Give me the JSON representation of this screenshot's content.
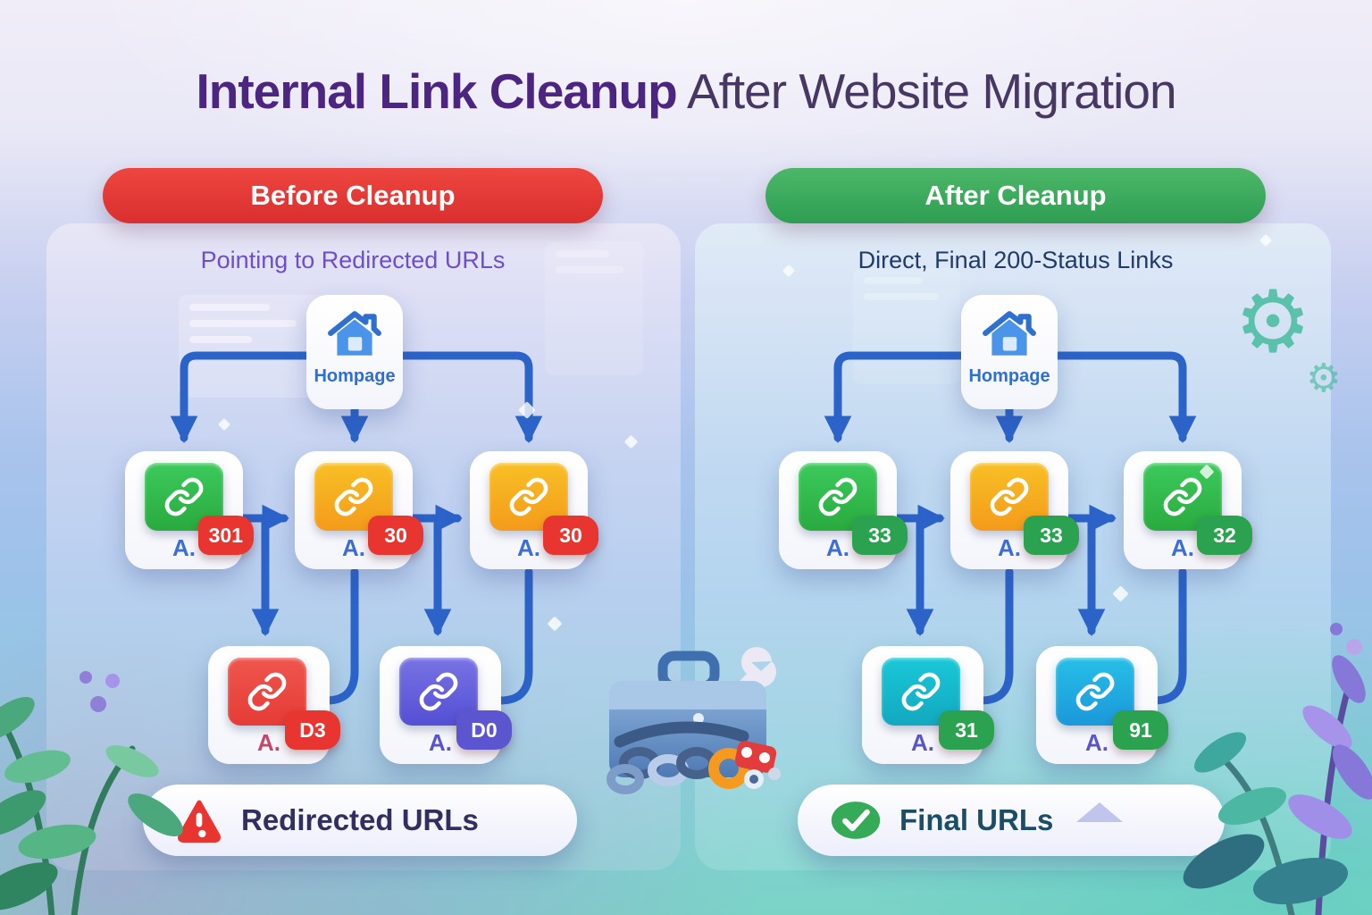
{
  "title": {
    "highlight": "Internal Link Cleanup",
    "rest": "After Website Migration",
    "highlight_color": "#4b2580",
    "rest_color": "#473763"
  },
  "panels": {
    "before": {
      "header_label": "Before Cleanup",
      "header_color": "#e23a36",
      "subtitle": "Pointing to Redirected URLs",
      "subtitle_color": "#6f4ecb",
      "homepage": {
        "label": "Hompage",
        "icon": "house-icon",
        "label_color": "#2e6fd4"
      },
      "nodes": [
        {
          "label": "A.",
          "badge": "301",
          "tile_color": "#2eb246",
          "badge_color": "#e8352f",
          "label_color": "#3b6ed6",
          "icon": "chain-link-icon"
        },
        {
          "label": "A.",
          "badge": "30",
          "tile_color": "#f5a41d",
          "badge_color": "#e8352f",
          "label_color": "#3b6ed6",
          "icon": "chain-link-icon"
        },
        {
          "label": "A.",
          "badge": "30",
          "tile_color": "#f5a41d",
          "badge_color": "#e8352f",
          "label_color": "#3b6ed6",
          "icon": "chain-link-icon"
        },
        {
          "label": "A.",
          "badge": "D3",
          "tile_color": "#e8423c",
          "badge_color": "#e8352f",
          "label_color": "#c4476a",
          "icon": "chain-link-icon"
        },
        {
          "label": "A.",
          "badge": "D0",
          "tile_color": "#5d58d8",
          "badge_color": "#5b55d0",
          "label_color": "#5b55cc",
          "icon": "chain-link-icon"
        }
      ],
      "footer": {
        "label": "Redirected URLs",
        "icon": "warning-triangle-icon",
        "text_color": "#312f60"
      }
    },
    "after": {
      "header_label": "After Cleanup",
      "header_color": "#33a355",
      "subtitle": "Direct, Final 200-Status Links",
      "subtitle_color": "#213a68",
      "homepage": {
        "label": "Hompage",
        "icon": "house-icon",
        "label_color": "#2e6fd4"
      },
      "nodes": [
        {
          "label": "A.",
          "badge": "33",
          "tile_color": "#2eb246",
          "badge_color": "#2ba24f",
          "label_color": "#3b6ed6",
          "icon": "chain-link-icon"
        },
        {
          "label": "A.",
          "badge": "33",
          "tile_color": "#f5a41d",
          "badge_color": "#2ba24f",
          "label_color": "#3b6ed6",
          "icon": "chain-link-icon"
        },
        {
          "label": "A.",
          "badge": "32",
          "tile_color": "#2eb246",
          "badge_color": "#2ba24f",
          "label_color": "#3b6ed6",
          "icon": "chain-link-icon"
        },
        {
          "label": "A.",
          "badge": "31",
          "tile_color": "#14b0c6",
          "badge_color": "#2ba24f",
          "label_color": "#5b55cc",
          "icon": "chain-link-icon"
        },
        {
          "label": "A.",
          "badge": "91",
          "tile_color": "#1ea2dd",
          "badge_color": "#2ba24f",
          "label_color": "#5b55cc",
          "icon": "chain-link-icon"
        }
      ],
      "footer": {
        "label": "Final URLs",
        "icon": "check-circle-icon",
        "text_color": "#1c4d66"
      }
    }
  },
  "colors": {
    "arrow": "#2b63c9",
    "background_top": "#f0edf8",
    "background_mid": "#a8c3ec",
    "background_bottom": "#7bd3c6"
  },
  "center_illustration": "toolbox-with-chains-and-wrench-icon"
}
